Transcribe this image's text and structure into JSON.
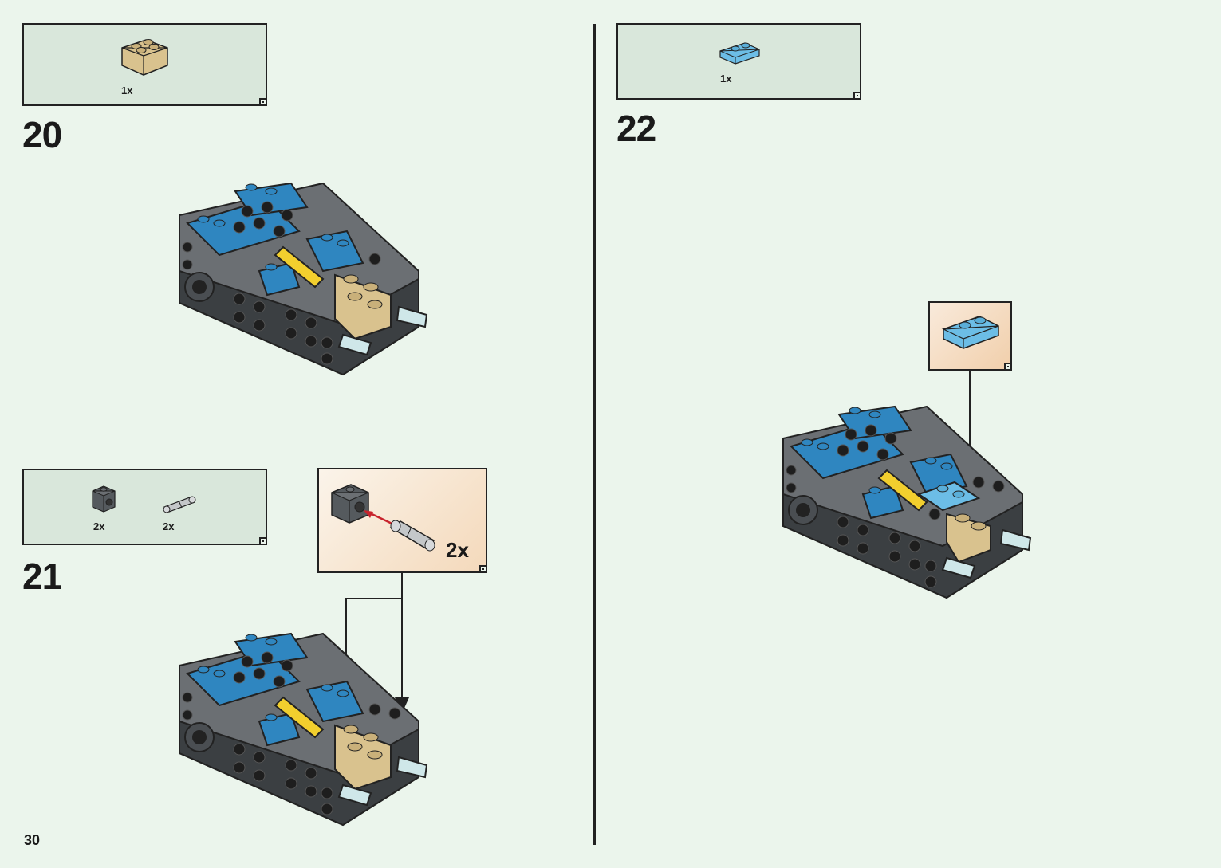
{
  "page_number": "30",
  "steps": [
    {
      "number": "20",
      "parts": [
        {
          "qty": "1x",
          "name": "tan-brick-2x2"
        }
      ]
    },
    {
      "number": "21",
      "parts": [
        {
          "qty": "2x",
          "name": "dark-gray-technic-brick-1x1"
        },
        {
          "qty": "2x",
          "name": "light-gray-technic-pin"
        }
      ],
      "callout": {
        "qty": "2x"
      }
    },
    {
      "number": "22",
      "parts": [
        {
          "qty": "1x",
          "name": "light-blue-plate-1x2"
        }
      ]
    }
  ],
  "colors": {
    "background": "#ebf5ec",
    "parts_box": "#d9e7db",
    "callout": "#f4d9bb",
    "blue": "#2f86c0",
    "light_blue": "#6cbde6",
    "tan": "#d9c28e",
    "dark_gray": "#555a5e",
    "yellow": "#f2cf2e",
    "red": "#c8242d"
  }
}
